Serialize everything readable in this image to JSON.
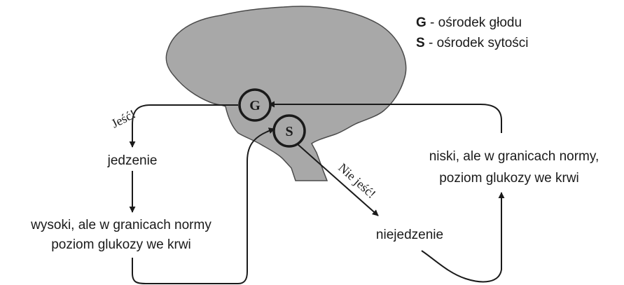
{
  "legend": {
    "g_key": "G",
    "g_text": " - ośrodek głodu",
    "s_key": "S",
    "s_text": " - ośrodek sytości"
  },
  "nodes": {
    "g": "G",
    "s": "S"
  },
  "labels": {
    "eat_command": "Jeść!",
    "no_eat_command": "Nie jeść!",
    "eating": "jedzenie",
    "high_glucose_line1": "wysoki, ale w granicach normy",
    "high_glucose_line2": "poziom glukozy we krwi",
    "not_eating": "niejedzenie",
    "low_glucose_line1": "niski, ale w granicach normy,",
    "low_glucose_line2": "poziom glukozy we krwi"
  },
  "colors": {
    "brain_fill": "#a8a8a8",
    "brain_stroke": "#4a4a4a",
    "ink": "#1a1a1a"
  }
}
